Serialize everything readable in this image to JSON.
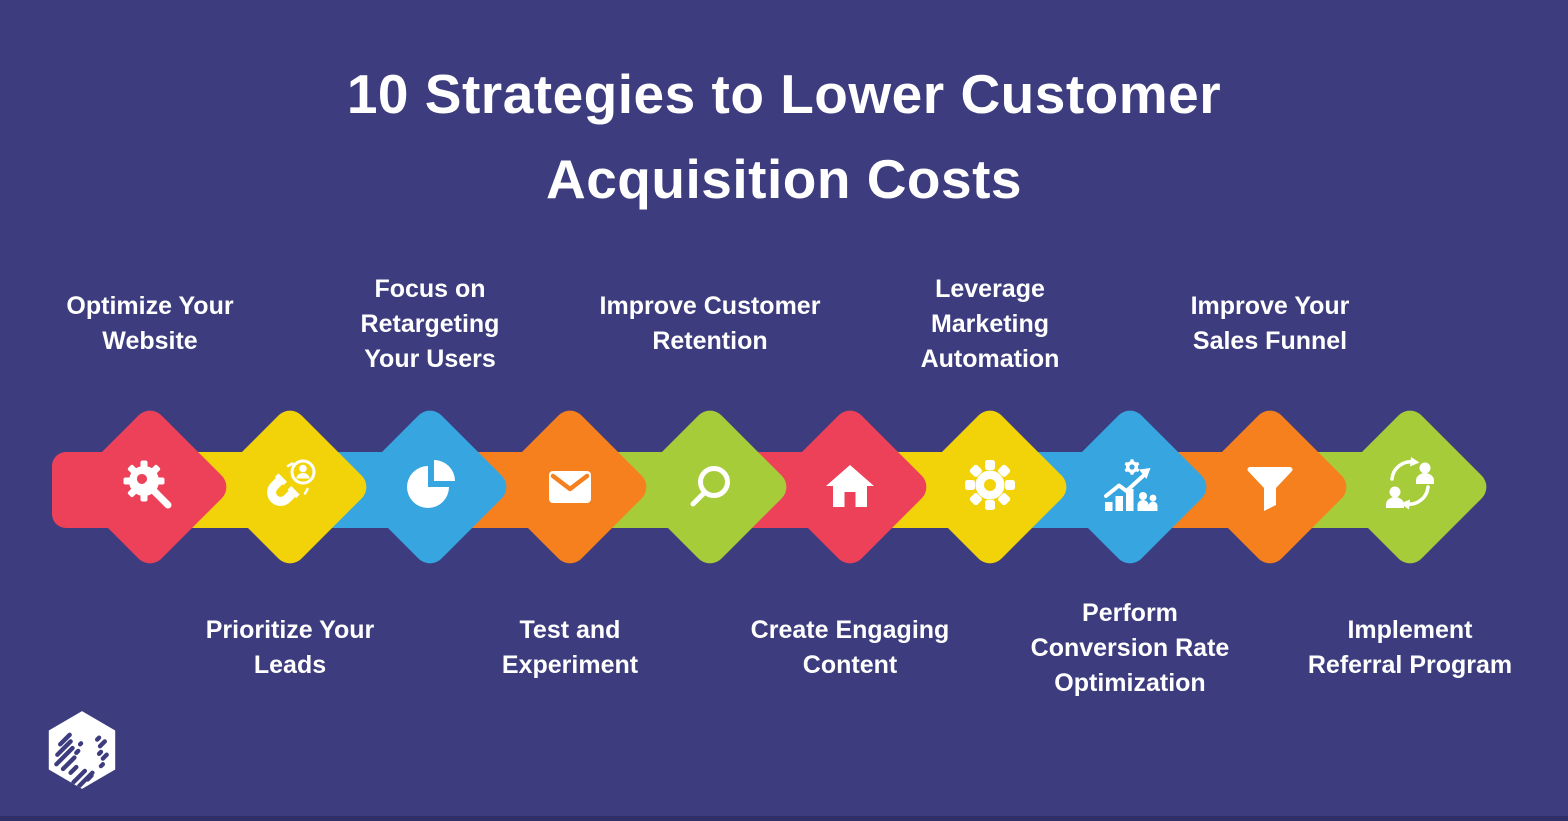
{
  "canvas": {
    "background": "#3D3C7E",
    "text_color": "#FFFFFF"
  },
  "title": {
    "text": "10 Strategies to Lower Customer\nAcquisition Costs"
  },
  "palette": {
    "red": "#EC4159",
    "yellow": "#F2D30A",
    "blue": "#36A5E0",
    "orange": "#F5801D",
    "green": "#A7CC3A"
  },
  "steps": [
    {
      "label": "Optimize Your\nWebsite",
      "label_position": "top",
      "color": "#EC4159",
      "color_name": "red",
      "icon": "settings-wrench-icon"
    },
    {
      "label": "Prioritize Your\nLeads",
      "label_position": "bottom",
      "color": "#F2D30A",
      "color_name": "yellow",
      "icon": "magnet-user-icon"
    },
    {
      "label": "Focus on\nRetargeting\nYour Users",
      "label_position": "top",
      "color": "#36A5E0",
      "color_name": "blue",
      "icon": "pie-chart-icon"
    },
    {
      "label": "Test and\nExperiment",
      "label_position": "bottom",
      "color": "#F5801D",
      "color_name": "orange",
      "icon": "envelope-icon"
    },
    {
      "label": "Improve Customer\nRetention",
      "label_position": "top",
      "color": "#A7CC3A",
      "color_name": "green",
      "icon": "search-icon"
    },
    {
      "label": "Create Engaging\nContent",
      "label_position": "bottom",
      "color": "#EC4159",
      "color_name": "red",
      "icon": "home-icon"
    },
    {
      "label": "Leverage\nMarketing\nAutomation",
      "label_position": "top",
      "color": "#F2D30A",
      "color_name": "yellow",
      "icon": "gear-icon"
    },
    {
      "label": "Perform\nConversion Rate\nOptimization",
      "label_position": "bottom",
      "color": "#36A5E0",
      "color_name": "blue",
      "icon": "growth-chart-icon"
    },
    {
      "label": "Improve Your\nSales Funnel",
      "label_position": "top",
      "color": "#F5801D",
      "color_name": "orange",
      "icon": "funnel-icon"
    },
    {
      "label": "Implement\nReferral Program",
      "label_position": "bottom",
      "color": "#A7CC3A",
      "color_name": "green",
      "icon": "referral-users-icon"
    }
  ],
  "logo": {
    "name": "hexagon-dashes-logo"
  }
}
